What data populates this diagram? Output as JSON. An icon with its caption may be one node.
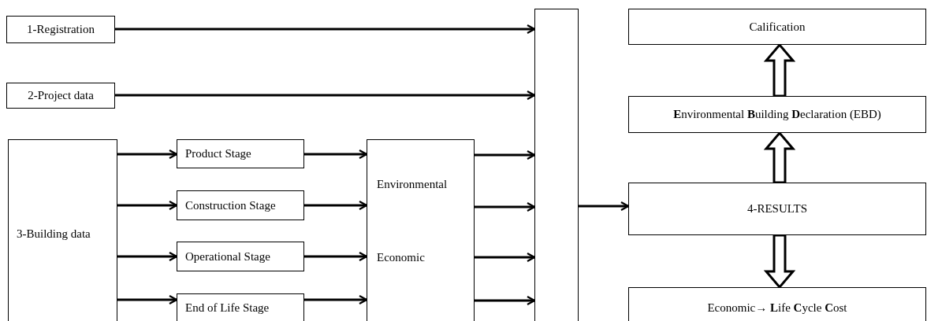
{
  "diagram": {
    "nodes": [
      {
        "text": [
          "1-Registration"
        ]
      },
      {
        "text": [
          "2-Project data"
        ]
      },
      {
        "text": [
          "3-Building data"
        ]
      },
      {
        "text": [
          "Product Stage"
        ]
      },
      {
        "text": [
          "Construction Stage"
        ]
      },
      {
        "text": [
          "Operational Stage"
        ]
      },
      {
        "text": [
          "End of Life Stage"
        ]
      },
      {
        "text": [
          "Environmental",
          "Economic"
        ]
      },
      {
        "text": [],
        "shape": "box"
      },
      {
        "text": [
          "Calification"
        ]
      },
      {
        "text": [
          "**E**nvironmental **B**uilding **D**eclaration (EBD)"
        ]
      },
      {
        "text": [
          "4-RESULTS"
        ]
      },
      {
        "text": [
          "Economic→ **L**ife **C**ycle **C**ost"
        ]
      }
    ],
    "edges": [
      {
        "from": 0,
        "to": 8,
        "arrow": "to"
      },
      {
        "from": 1,
        "to": 8,
        "arrow": "to"
      },
      {
        "from": 2,
        "to": 3,
        "arrow": "to"
      },
      {
        "from": 2,
        "to": 4,
        "arrow": "to"
      },
      {
        "from": 2,
        "to": 5,
        "arrow": "to"
      },
      {
        "from": 2,
        "to": 6,
        "arrow": "to"
      },
      {
        "from": 3,
        "to": 7,
        "arrow": "to"
      },
      {
        "from": 4,
        "to": 7,
        "arrow": "to"
      },
      {
        "from": 5,
        "to": 7,
        "arrow": "to"
      },
      {
        "from": 6,
        "to": 7,
        "arrow": "to"
      },
      {
        "from": 7,
        "to": 8,
        "arrow": "to"
      },
      {
        "from": 7,
        "to": 8,
        "arrow": "to"
      },
      {
        "from": 7,
        "to": 8,
        "arrow": "to"
      },
      {
        "from": 7,
        "to": 8,
        "arrow": "to"
      },
      {
        "from": 8,
        "to": 11,
        "arrow": "to"
      },
      {
        "from": 11,
        "to": 10,
        "arrow": "to",
        "style": "thick"
      },
      {
        "from": 10,
        "to": 9,
        "arrow": "to",
        "style": "thick"
      },
      {
        "from": 11,
        "to": 12,
        "arrow": "to",
        "style": "thick"
      }
    ]
  }
}
